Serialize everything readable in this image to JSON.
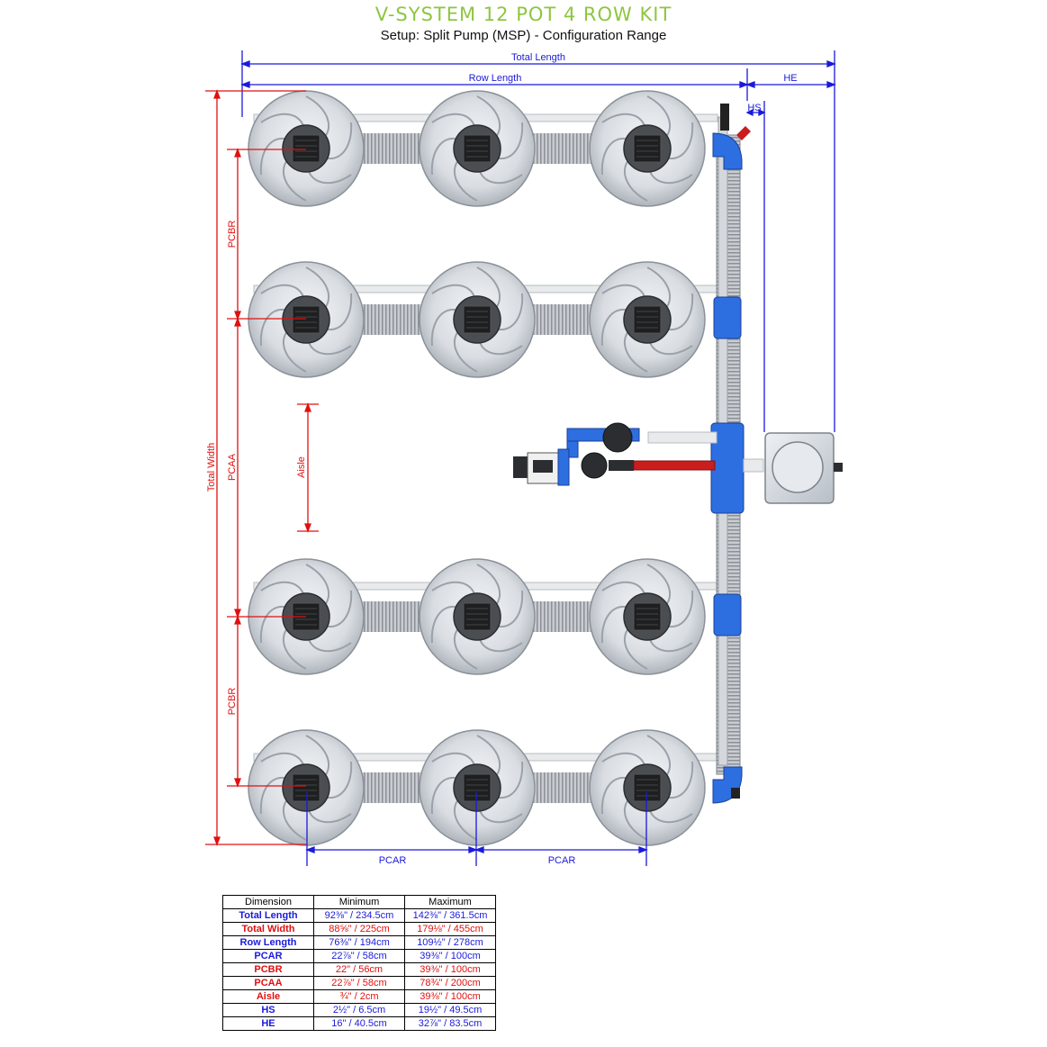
{
  "title": "V-SYSTEM 12 POT 4 ROW KIT",
  "subtitle": "Setup: Split Pump (MSP) - Configuration Range",
  "colors": {
    "title_green": "#8dc63f",
    "dimension_blue": "#1a1adc",
    "dimension_red": "#e01010",
    "pipe_blue": "#2d6fe0",
    "feed_red": "#c81e1e"
  },
  "dimension_labels": {
    "total_length": "Total Length",
    "row_length": "Row Length",
    "he": "HE",
    "hs": "HS",
    "total_width": "Total Width",
    "pcbr_top": "PCBR",
    "pcaa": "PCAA",
    "pcbr_bottom": "PCBR",
    "aisle": "Aisle",
    "pcar_left": "PCAR",
    "pcar_right": "PCAR"
  },
  "table": {
    "headers": [
      "Dimension",
      "Minimum",
      "Maximum"
    ],
    "rows": [
      {
        "name": "Total Length",
        "min": "92⅜\" / 234.5cm",
        "max": "142⅜\" / 361.5cm",
        "color": "blue"
      },
      {
        "name": "Total Width",
        "min": "88⅝\" / 225cm",
        "max": "179⅛\" / 455cm",
        "color": "red"
      },
      {
        "name": "Row Length",
        "min": "76⅜\" / 194cm",
        "max": "109½\" / 278cm",
        "color": "blue"
      },
      {
        "name": "PCAR",
        "min": "22⅞\" / 58cm",
        "max": "39⅜\" / 100cm",
        "color": "blue"
      },
      {
        "name": "PCBR",
        "min": "22\" / 56cm",
        "max": "39⅜\" / 100cm",
        "color": "red"
      },
      {
        "name": "PCAA",
        "min": "22⅞\" / 58cm",
        "max": "78¾\" / 200cm",
        "color": "red"
      },
      {
        "name": "Aisle",
        "min": "¾\" / 2cm",
        "max": "39⅜\" / 100cm",
        "color": "red"
      },
      {
        "name": "HS",
        "min": "2½\" / 6.5cm",
        "max": "19½\" / 49.5cm",
        "color": "blue"
      },
      {
        "name": "HE",
        "min": "16\" / 40.5cm",
        "max": "32⅞\" / 83.5cm",
        "color": "blue"
      }
    ]
  }
}
